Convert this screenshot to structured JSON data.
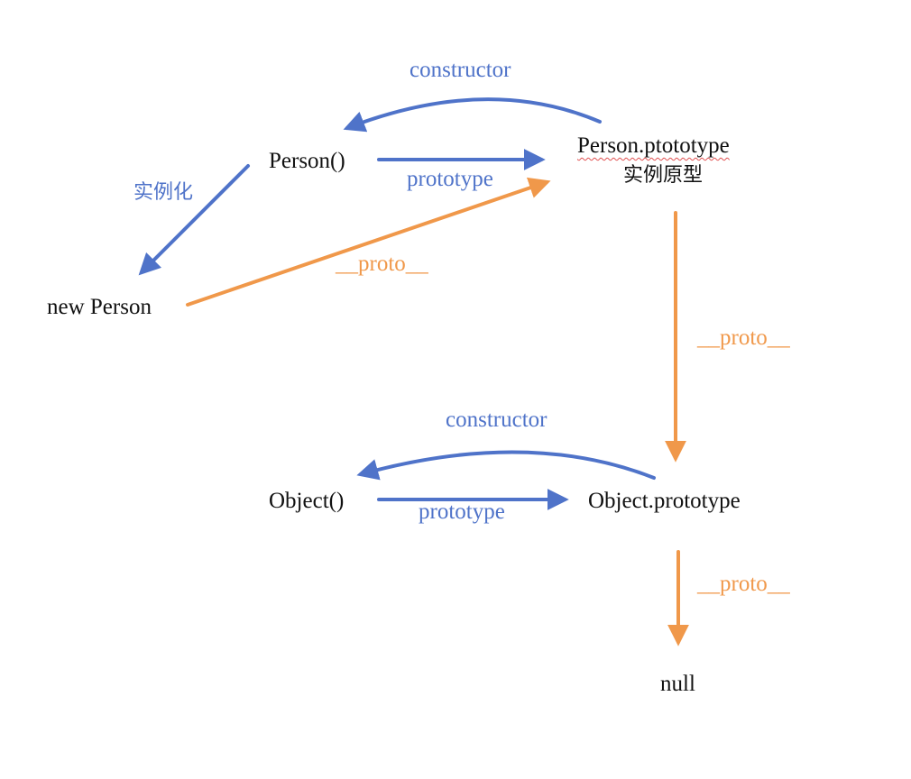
{
  "colors": {
    "constructor_edge": "#4f73c9",
    "proto_edge": "#f0984a",
    "node_text": "#111111"
  },
  "nodes": {
    "person_fn": "Person()",
    "person_prototype": "Person.ptototype",
    "person_prototype_caption": "实例原型",
    "new_person": "new Person",
    "object_fn": "Object()",
    "object_prototype": "Object.prototype",
    "null_node": "null"
  },
  "edges": {
    "person_constructor": "constructor",
    "person_prototype_link": "prototype",
    "instantiate": "实例化",
    "new_person_proto": "__proto__",
    "person_prototype_proto": "__proto__",
    "object_constructor": "constructor",
    "object_prototype_link": "prototype",
    "object_prototype_proto": "__proto__"
  }
}
